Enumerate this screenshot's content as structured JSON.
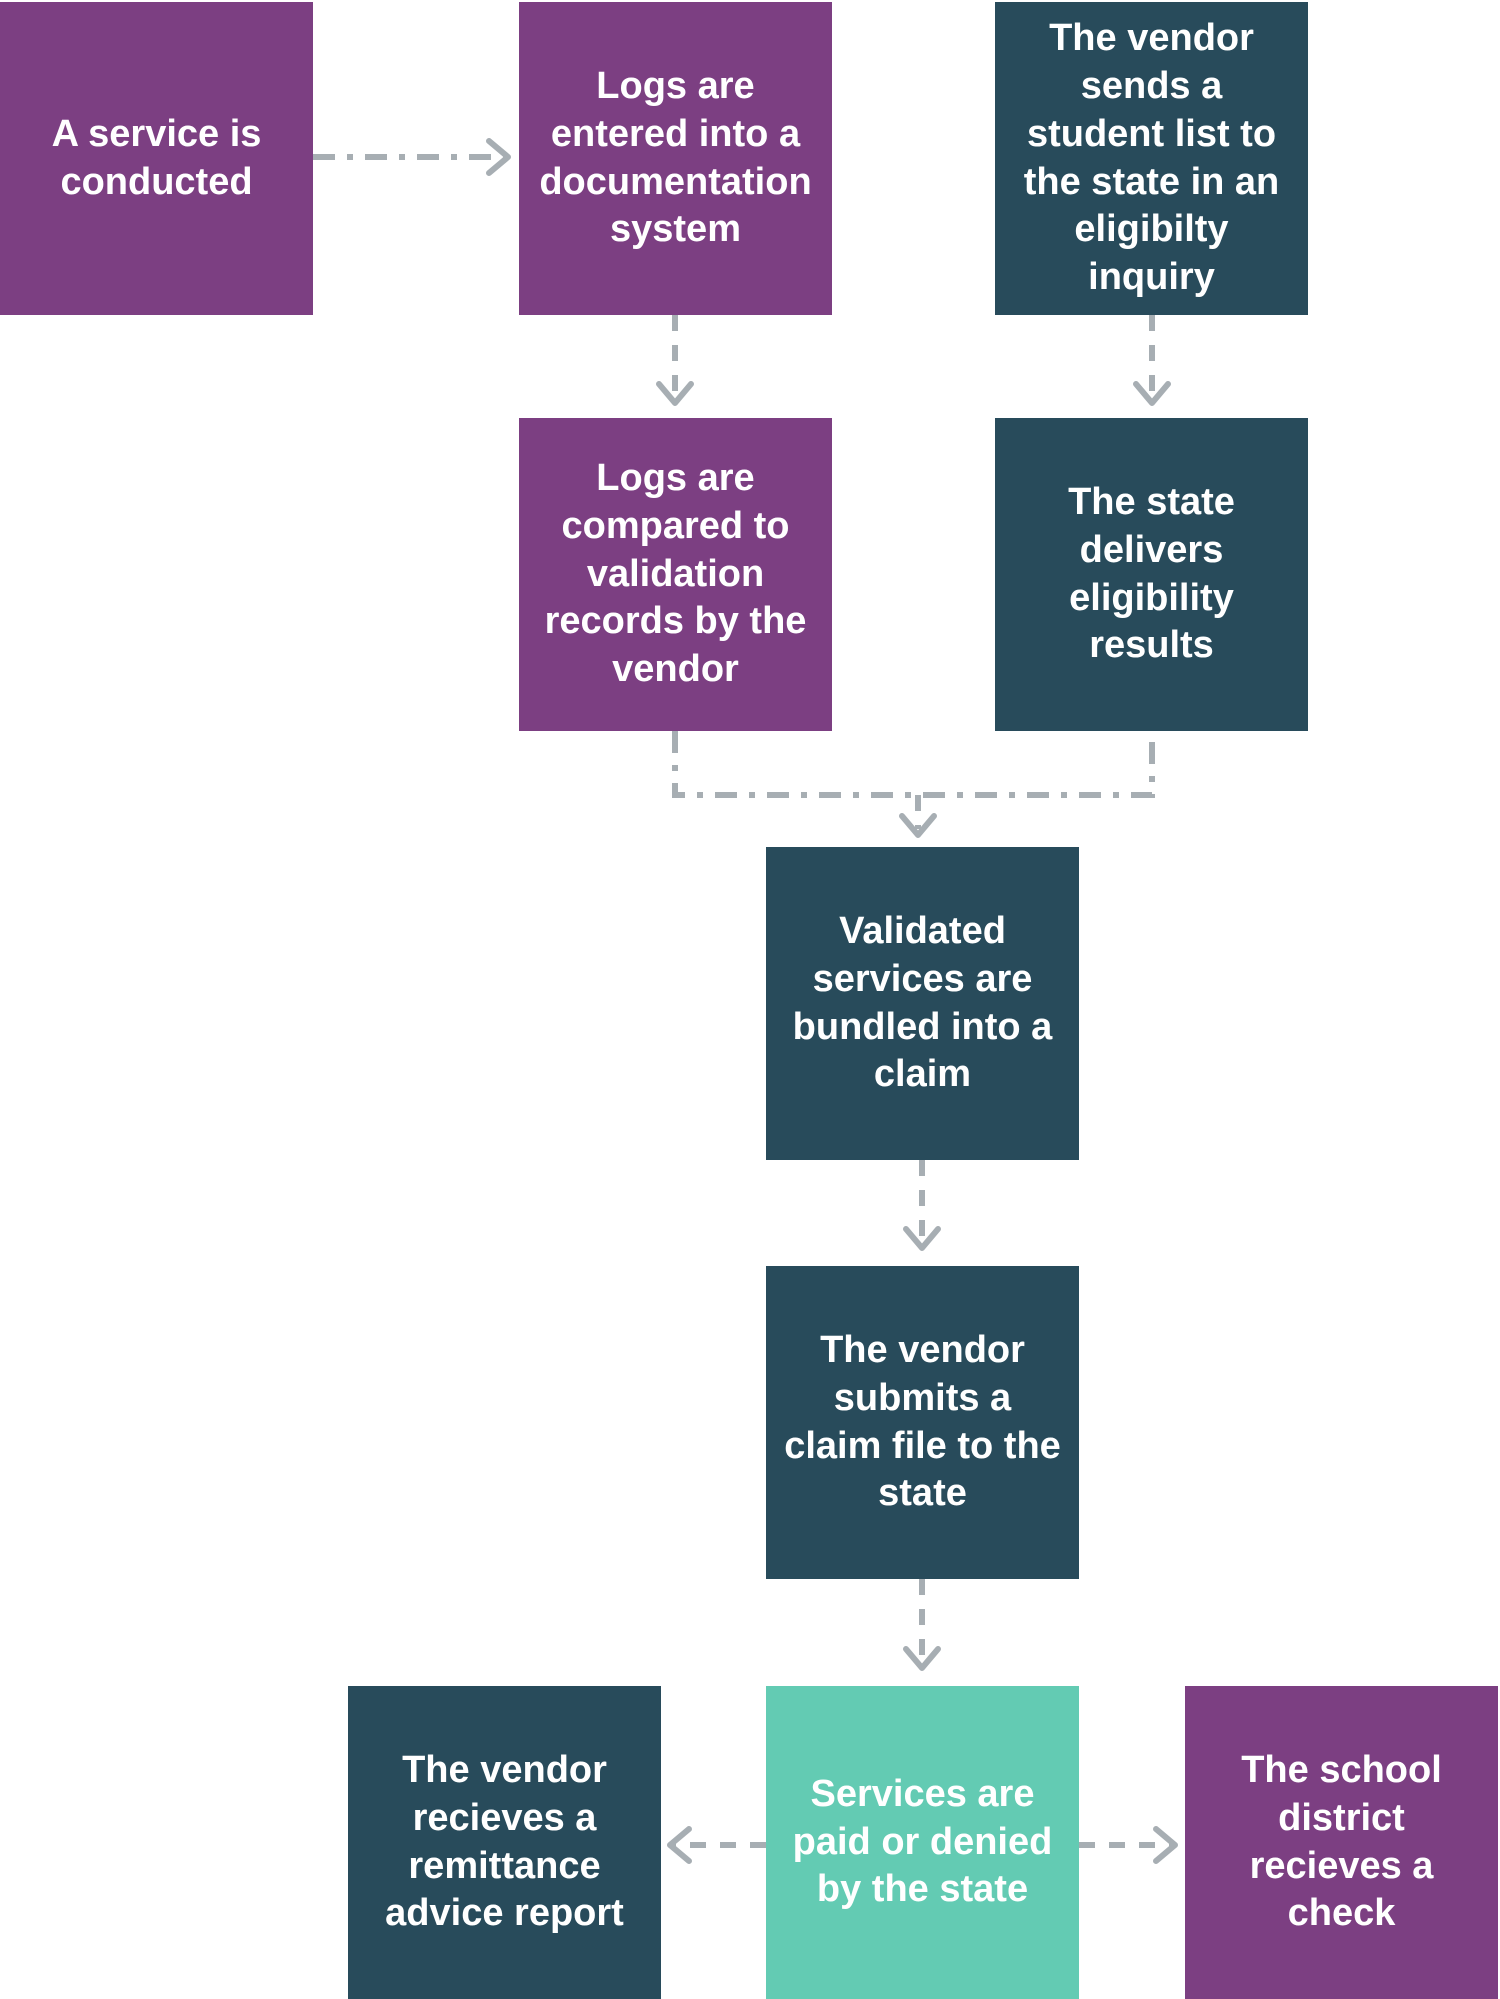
{
  "diagram": {
    "nodes": {
      "service_conducted": "A service is conducted",
      "logs_entered": "Logs are entered into a documentation system",
      "vendor_sends_list": "The vendor sends a student list to the state in an eligibilty inquiry",
      "logs_compared": "Logs are compared to validation records by the vendor",
      "state_delivers": "The state delivers eligibility results",
      "validated_bundled": "Validated services are bundled into a claim",
      "vendor_submits": "The vendor submits a claim file to the state",
      "vendor_receives_report": "The vendor recieves a remittance advice report",
      "paid_or_denied": "Services are paid or denied by the state",
      "district_receives_check": "The school district recieves a check"
    },
    "colors": {
      "purple": "#7c3f82",
      "dark_teal": "#284b5b",
      "mint": "#63cbb3",
      "connector": "#a7aeb3"
    }
  }
}
